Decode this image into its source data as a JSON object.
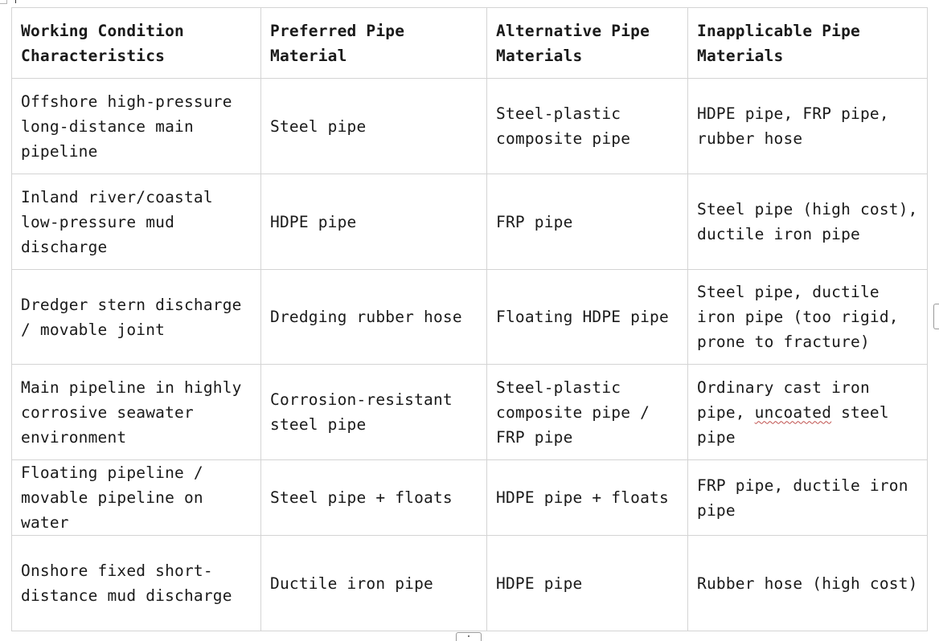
{
  "table": {
    "headers": [
      "Working Condition Characteristics",
      "Preferred Pipe Material",
      "Alternative Pipe Materials",
      "Inapplicable Pipe Materials"
    ],
    "rows": [
      {
        "condition": "Offshore high-pressure long-distance main pipeline",
        "preferred": "Steel pipe",
        "alternative": "Steel-plastic composite pipe",
        "inapplicable": "HDPE pipe, FRP pipe, rubber hose"
      },
      {
        "condition": "Inland river/coastal low-pressure mud discharge",
        "preferred": "HDPE pipe",
        "alternative": "FRP pipe",
        "inapplicable": "Steel pipe (high cost), ductile iron pipe"
      },
      {
        "condition": "Dredger stern discharge / movable joint",
        "preferred": "Dredging rubber hose",
        "alternative": "Floating HDPE pipe",
        "inapplicable": "Steel pipe, ductile iron pipe (too rigid, prone to fracture)"
      },
      {
        "condition": "Main pipeline in highly corrosive seawater environment",
        "preferred": "Corrosion-resistant steel pipe",
        "alternative": "Steel-plastic composite pipe / FRP pipe",
        "inapplicable_part1": "Ordinary cast iron pipe, ",
        "inapplicable_flagged": "uncoated",
        "inapplicable_part2": " steel pipe"
      },
      {
        "condition": "Floating pipeline / movable pipeline on water",
        "preferred": "Steel pipe + floats",
        "alternative": "HDPE pipe + floats",
        "inapplicable": "FRP pipe, ductile iron pipe"
      },
      {
        "condition": "Onshore fixed short-distance mud discharge",
        "preferred": "Ductile iron pipe",
        "alternative": "HDPE pipe",
        "inapplicable": "Rubber hose (high cost)"
      }
    ]
  }
}
